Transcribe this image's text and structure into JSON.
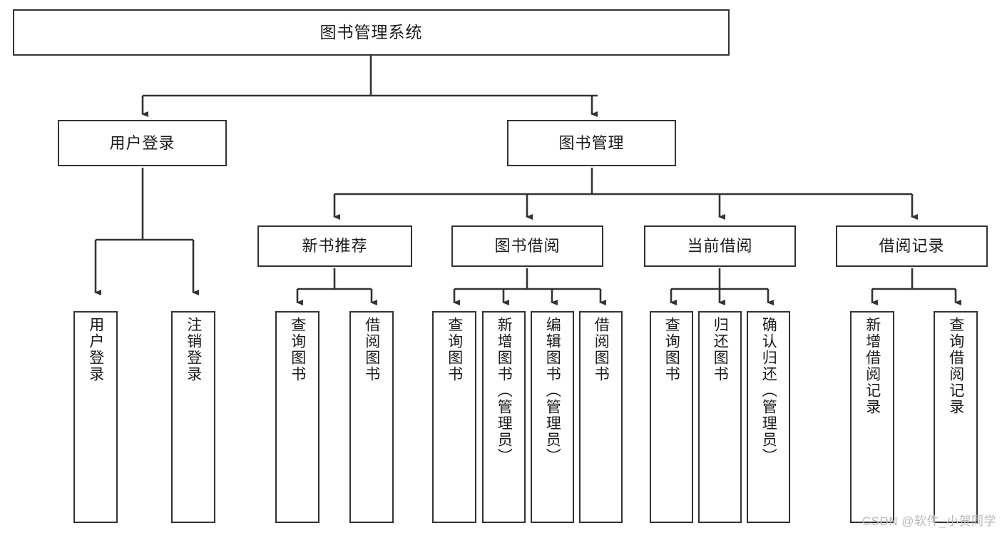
{
  "diagram": {
    "title": "图书管理系统",
    "watermark": "CSDN @软件_小贺同学",
    "colors": {
      "box_border": "#333333",
      "box_fill": "#ffffff",
      "line": "#333333",
      "text": "#1b1b1b",
      "watermark": "#b9b9b9"
    },
    "root": {
      "label": "图书管理系统"
    },
    "level1": [
      {
        "label": "用户登录"
      },
      {
        "label": "图书管理"
      }
    ],
    "level2": [
      {
        "label": "新书推荐"
      },
      {
        "label": "图书借阅"
      },
      {
        "label": "当前借阅"
      },
      {
        "label": "借阅记录"
      }
    ],
    "leaves": {
      "user_login": [
        {
          "label": "用户登录"
        },
        {
          "label": "注销登录"
        }
      ],
      "new_book": [
        {
          "label": "查询图书"
        },
        {
          "label": "借阅图书"
        }
      ],
      "book_borrow": [
        {
          "label": "查询图书"
        },
        {
          "label": "新增图书（管理员）"
        },
        {
          "label": "编辑图书（管理员）"
        },
        {
          "label": "借阅图书"
        }
      ],
      "current_borrow": [
        {
          "label": "查询图书"
        },
        {
          "label": "归还图书"
        },
        {
          "label": "确认归还（管理员）"
        }
      ],
      "borrow_record": [
        {
          "label": "新增借阅记录"
        },
        {
          "label": "查询借阅记录"
        }
      ]
    }
  }
}
